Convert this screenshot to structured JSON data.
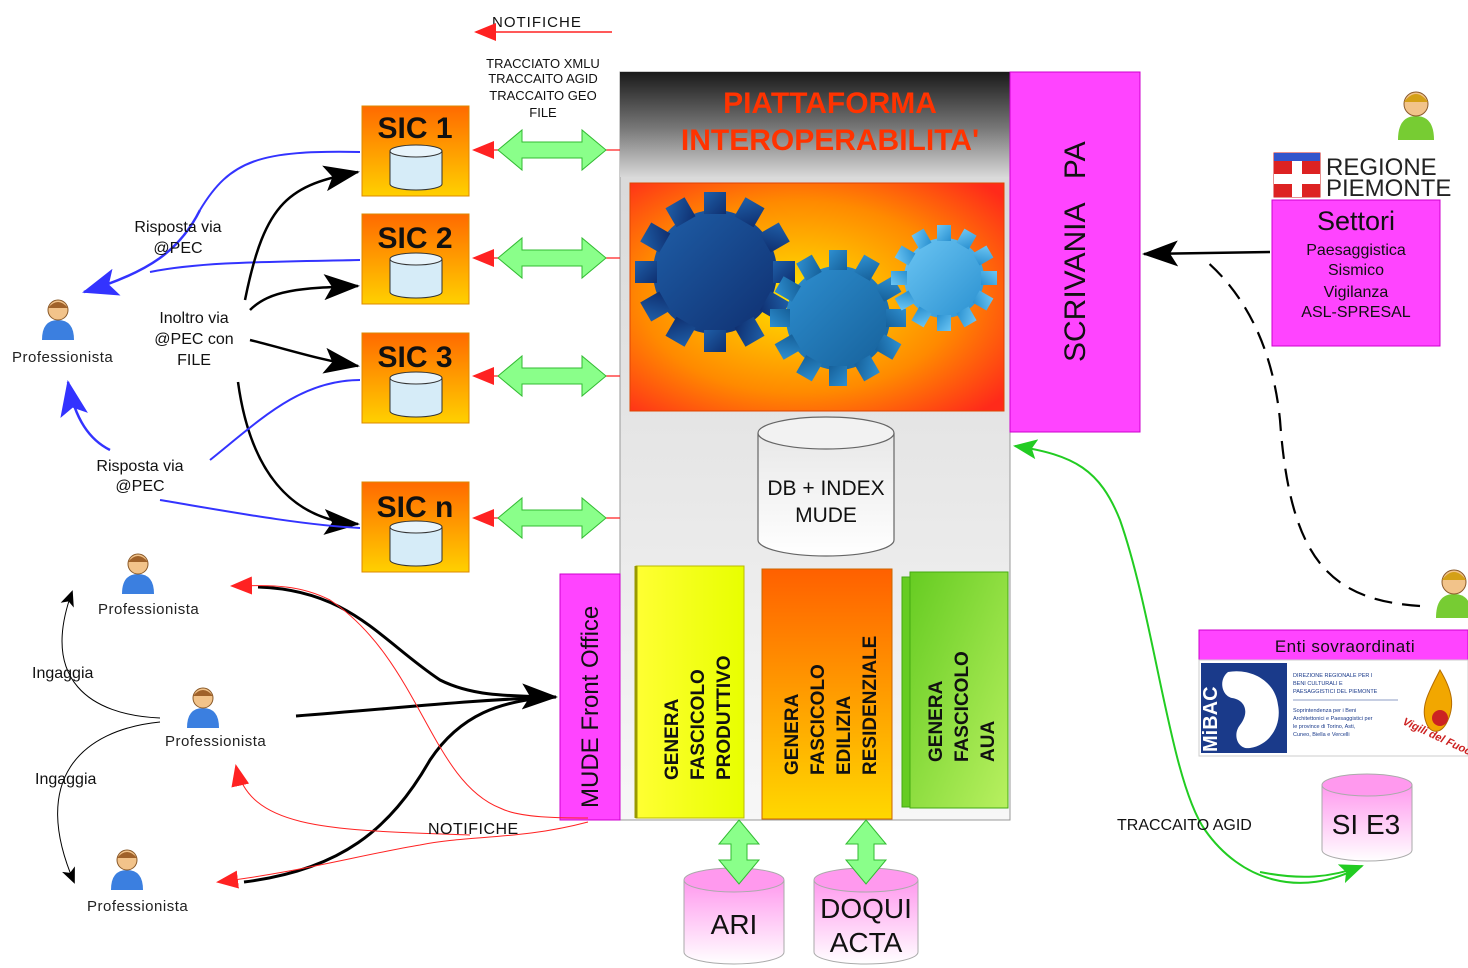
{
  "top_notifiche": "NOTIFICHE",
  "bottom_notifiche": "NOTIFICHE",
  "tracciato_lines": [
    "TRACCIATO XMLU",
    "TRACCAITO AGID",
    "TRACCAITO GEO",
    "FILE"
  ],
  "platform_title": [
    "PIATTAFORMA",
    "INTEROPERABILITA'"
  ],
  "scrivania": "SCRIVANIA   PA",
  "sic_labels": [
    "SIC 1",
    "SIC 2",
    "SIC 3",
    "SIC n"
  ],
  "db_label": [
    "DB + INDEX",
    "MUDE"
  ],
  "mude_front_office": "MUDE Front Office",
  "genera_boxes": [
    [
      "GENERA",
      "FASCICOLO",
      "PRODUTTIVO"
    ],
    [
      "GENERA",
      "FASCICOLO",
      "EDILIZIA",
      "RESIDENZIALE"
    ],
    [
      "GENERA",
      "FASCICOLO",
      "AUA"
    ]
  ],
  "ari": "ARI",
  "doqui": [
    "DOQUI",
    "ACTA"
  ],
  "regione": [
    "REGIONE",
    "PIEMONTE"
  ],
  "settori_title": "Settori",
  "settori_items": [
    "Paesaggistica",
    "Sismico",
    "Vigilanza",
    "ASL-SPRESAL"
  ],
  "enti_title": "Enti sovraordinati",
  "mibac": "MiBAC",
  "mibac_text": [
    "DIREZIONE REGIONALE PER I",
    "BENI CULTURALI E",
    "PAESAGGISTICI DEL PIEMONTE"
  ],
  "soprintendenza_text": [
    "Soprintendenza per i Beni",
    "Architettonici e Paesaggistici per",
    "le province di Torino, Asti,",
    "Cuneo, Biella e Vercelli"
  ],
  "vigili": "Vigili del Fuoco",
  "si_e3": "SI E3",
  "traccaito_agid": "TRACCAITO AGID",
  "risposta_pec_1": [
    "Risposta via",
    "@PEC"
  ],
  "inoltro": [
    "Inoltro via",
    "@PEC con",
    "FILE"
  ],
  "risposta_pec_2": [
    "Risposta via",
    "@PEC"
  ],
  "professionista": "Professionista",
  "ingaggia": "Ingaggia",
  "colors": {
    "sic_gradient_top": "#ff6a00",
    "sic_gradient_bottom": "#ffd400",
    "magenta": "#ff33ff",
    "green_arrow": "#7fff7f",
    "platform_title": "#ff3300",
    "blue_arrow": "#3333ff"
  }
}
